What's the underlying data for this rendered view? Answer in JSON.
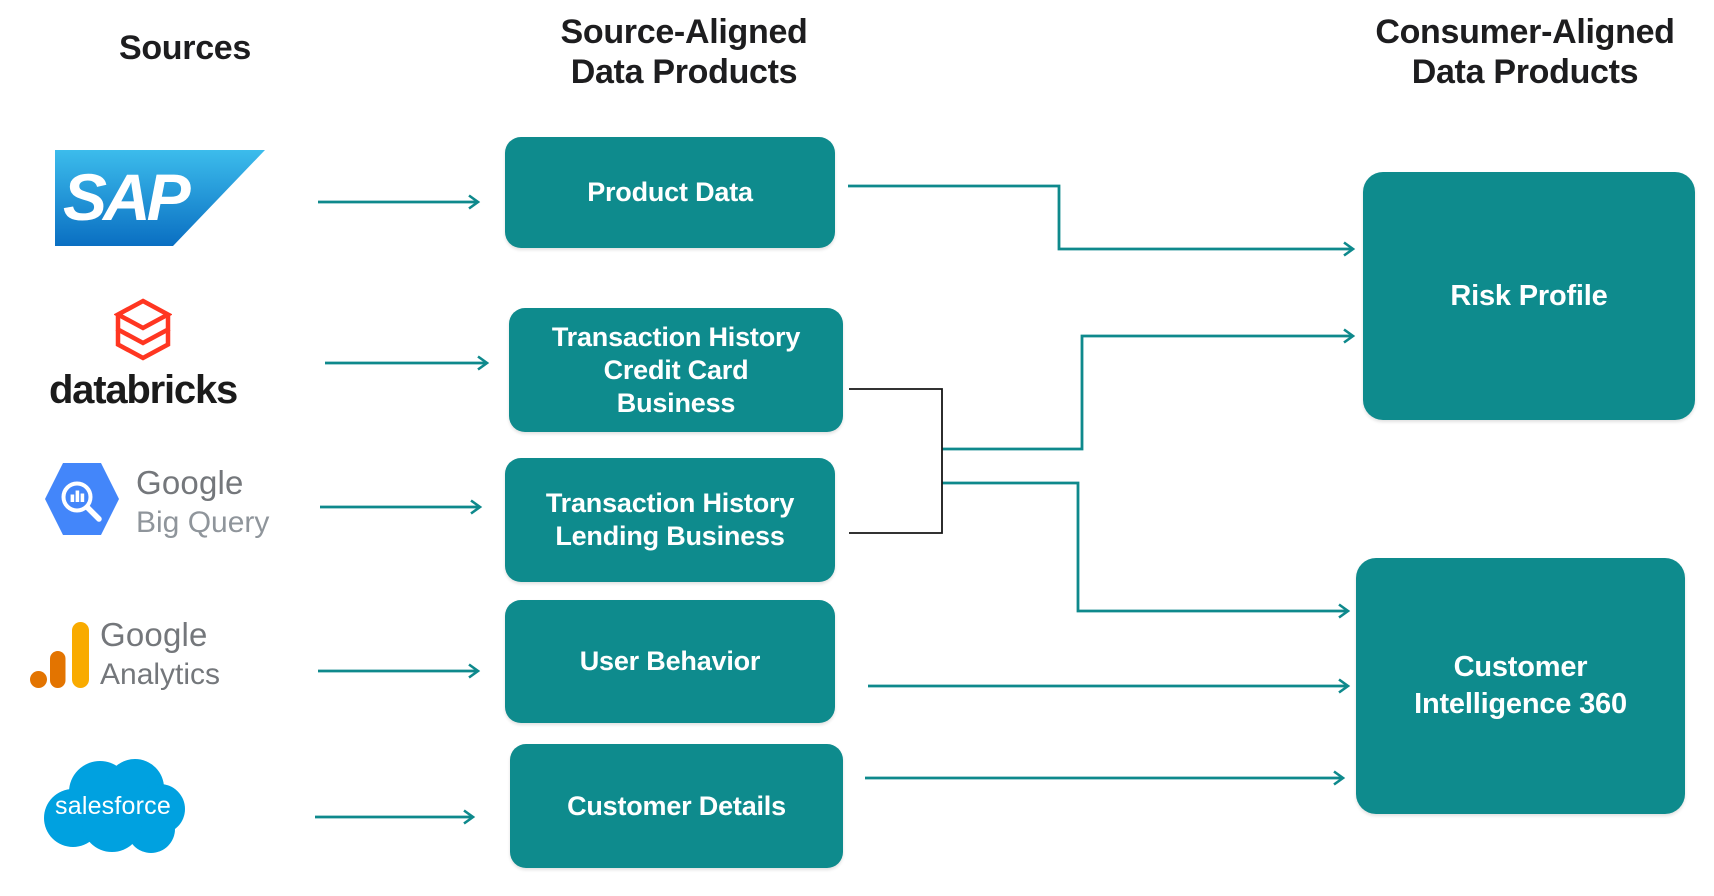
{
  "headers": {
    "sources": "Sources",
    "source_aligned": "Source-Aligned\nData Products",
    "consumer_aligned": "Consumer-Aligned\nData Products"
  },
  "sources": [
    {
      "id": "sap",
      "name": "SAP",
      "logo_text": "SAP"
    },
    {
      "id": "databricks",
      "name": "databricks",
      "wordmark": "databricks"
    },
    {
      "id": "google-bigquery",
      "name": "Google Big Query",
      "line1": "Google",
      "line2": "Big Query"
    },
    {
      "id": "google-analytics",
      "name": "Google Analytics",
      "line1": "Google",
      "line2": "Analytics"
    },
    {
      "id": "salesforce",
      "name": "salesforce",
      "wordmark": "salesforce"
    }
  ],
  "source_products": [
    {
      "label": "Product Data"
    },
    {
      "label": "Transaction History\nCredit Card\nBusiness"
    },
    {
      "label": "Transaction History\nLending Business"
    },
    {
      "label": "User Behavior"
    },
    {
      "label": "Customer Details"
    }
  ],
  "consumer_products": [
    {
      "label": "Risk Profile"
    },
    {
      "label": "Customer\nIntelligence 360"
    }
  ],
  "edges": [
    {
      "from": "SAP",
      "to": "Product Data"
    },
    {
      "from": "databricks",
      "to": "Transaction History Credit Card Business"
    },
    {
      "from": "Google Big Query",
      "to": "Transaction History Lending Business"
    },
    {
      "from": "Google Analytics",
      "to": "User Behavior"
    },
    {
      "from": "salesforce",
      "to": "Customer Details"
    },
    {
      "from": "Product Data",
      "to": "Risk Profile"
    },
    {
      "from": "Transaction History Credit Card Business",
      "to": "Risk Profile"
    },
    {
      "from": "Transaction History Credit Card Business",
      "to": "Customer Intelligence 360"
    },
    {
      "from": "Transaction History Lending Business",
      "to": "Risk Profile"
    },
    {
      "from": "Transaction History Lending Business",
      "to": "Customer Intelligence 360"
    },
    {
      "from": "User Behavior",
      "to": "Customer Intelligence 360"
    },
    {
      "from": "Customer Details",
      "to": "Customer Intelligence 360"
    }
  ],
  "colors": {
    "box-teal": "#0E8B8D",
    "line-teal": "#0E898C",
    "connector-black": "#161616",
    "header-text": "#1D1D1F",
    "box-text": "#FFFFFF",
    "databricks-red": "#FF3621",
    "bigquery-blue": "#4386FA",
    "analytics-orange": "#E37400",
    "analytics-yellow": "#F9AB00",
    "salesforce-blue": "#00A1E0",
    "google-gray": "#74777B",
    "google-gray-light": "#8F959B",
    "sap-top": "#3CBCEC",
    "sap-bottom": "#0A6FC2"
  }
}
